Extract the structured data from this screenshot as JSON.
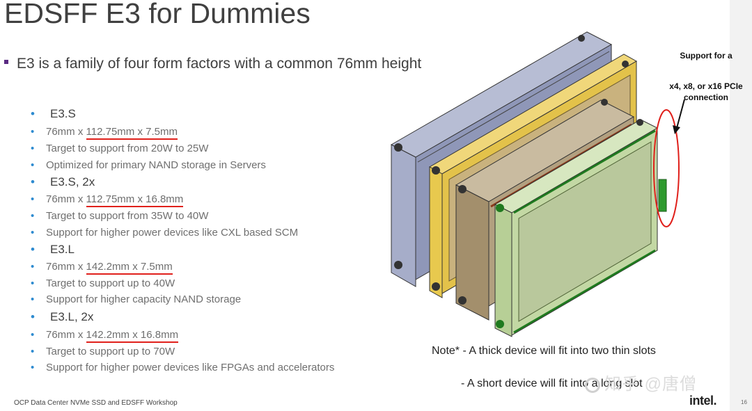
{
  "slide": {
    "title": "EDSFF E3 for Dummies",
    "lead": "E3 is a family of four form factors with a common 76mm height",
    "sections": [
      {
        "heading": "E3.S",
        "dimension": {
          "prefix": "76mm x ",
          "underlined": "112.75mm x 7.5mm"
        },
        "points": [
          "Target to support from 20W to 25W",
          "Optimized for primary NAND storage in Servers"
        ]
      },
      {
        "heading": "E3.S, 2x",
        "dimension": {
          "prefix": "76mm x ",
          "underlined": "112.75mm x 16.8mm"
        },
        "points": [
          "Target to support from 35W to 40W",
          "Support for higher power devices like CXL based SCM"
        ]
      },
      {
        "heading": "E3.L",
        "dimension": {
          "prefix": "76mm x ",
          "underlined": "142.2mm x 7.5mm"
        },
        "points": [
          "Target to support up to 40W",
          "Support for higher capacity NAND storage"
        ]
      },
      {
        "heading": "E3.L, 2x",
        "dimension": {
          "prefix": "76mm x ",
          "underlined": "142.2mm x 16.8mm"
        },
        "points": [
          "Target to support up to 70W",
          "Support for higher power devices like FPGAs and accelerators"
        ]
      }
    ],
    "callout": {
      "line1": "Support for a",
      "line2": "x4, x8, or x16 PCIe",
      "line3": "connection"
    },
    "notes": {
      "line1": "Note* - A thick device will fit into two thin slots",
      "line2": "- A short device will fit into a long slot"
    },
    "footer": "OCP Data Center NVMe SSD and EDSFF Workshop",
    "logo": "intel.",
    "page_number": "16",
    "watermark": "知乎 @唐僧"
  },
  "colors": {
    "accent_bullet": "#2e8bd0",
    "annotation_red": "#e0201b",
    "device_colors": [
      "#8f97b8",
      "#e3c24a",
      "#b2a080",
      "#c3d8a4"
    ]
  }
}
